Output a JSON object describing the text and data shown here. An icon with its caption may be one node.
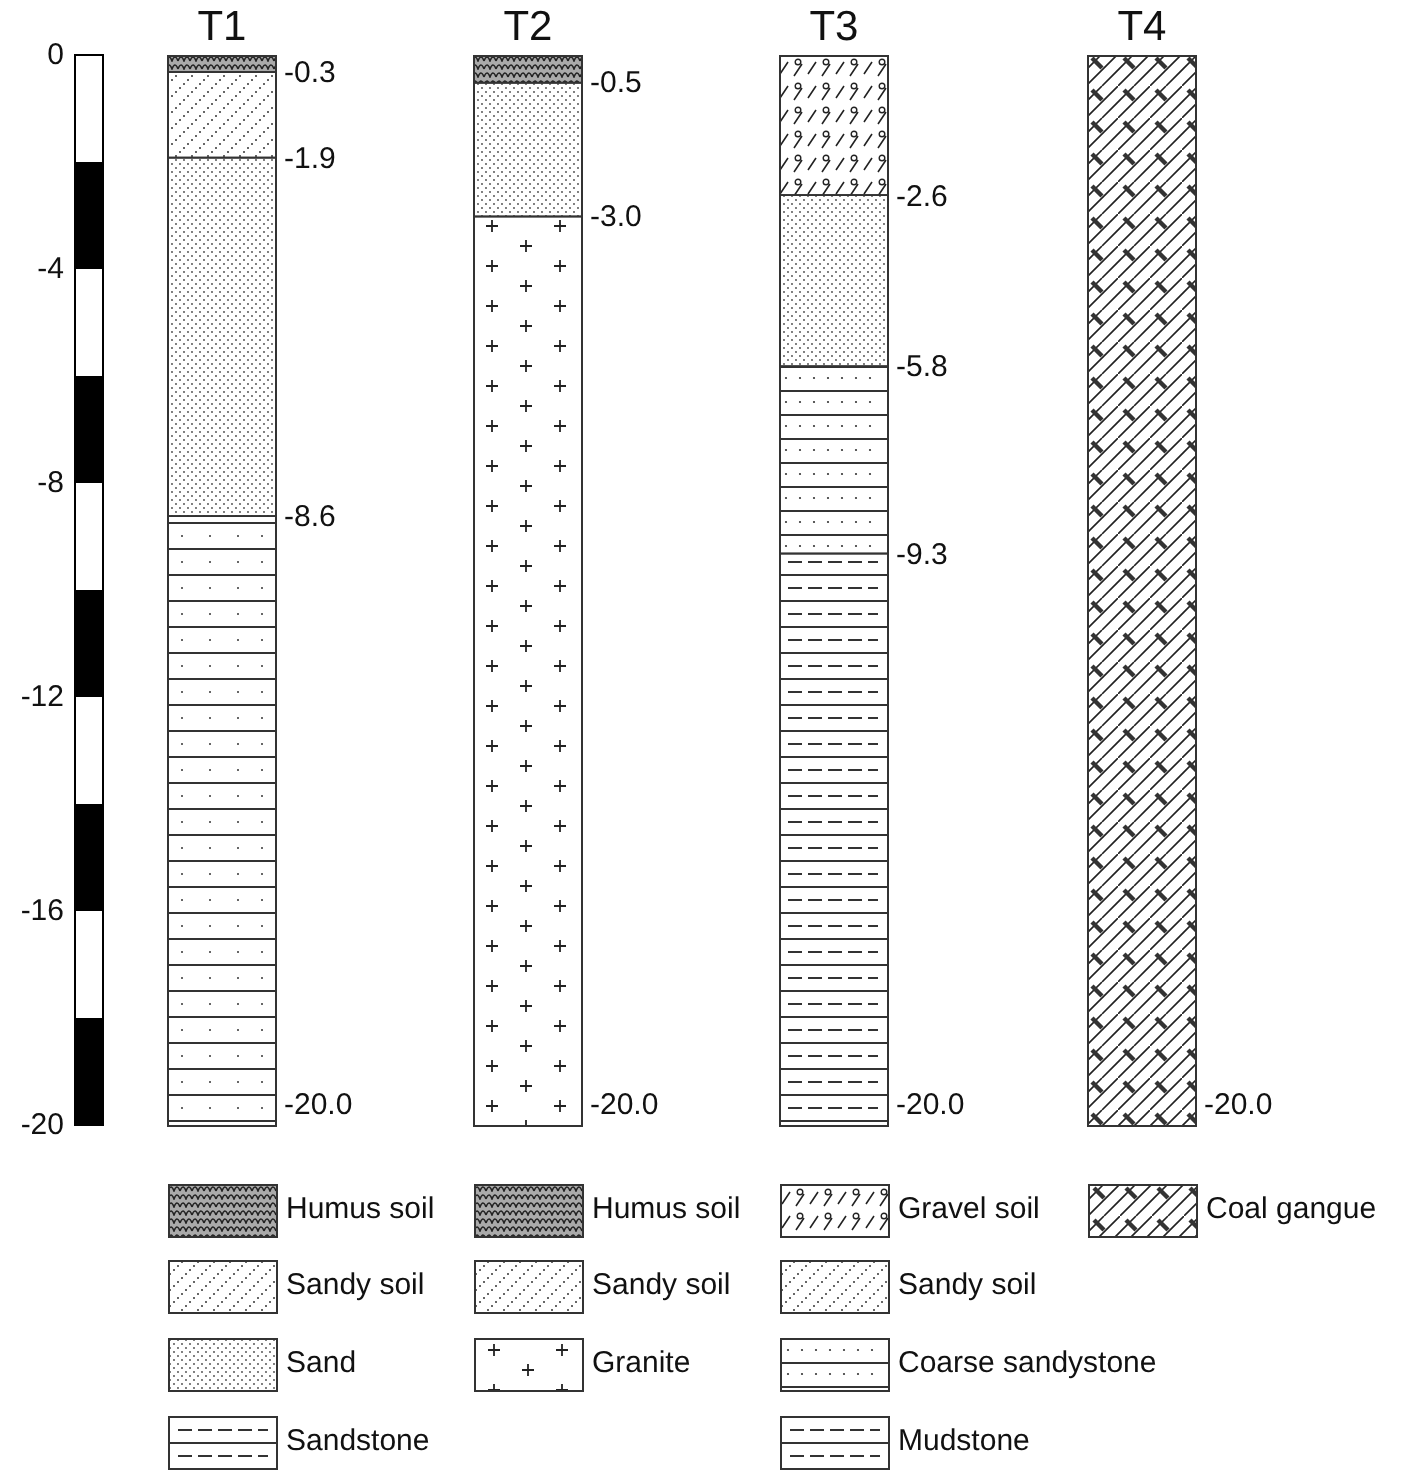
{
  "diagram": {
    "nodes": [
      {
        "text": [
          "T1"
        ],
        "beside": [
          "-0.3",
          "-1.9",
          "-8.6",
          "-20.0"
        ]
      },
      {
        "text": [
          "T2"
        ],
        "beside": [
          "-0.5",
          "-3.0",
          "-20.0"
        ]
      },
      {
        "text": [
          "T3"
        ],
        "beside": [
          "-2.6",
          "-5.8",
          "-9.3",
          "-20.0"
        ]
      },
      {
        "text": [
          "T4"
        ],
        "beside": [
          "-20.0"
        ]
      }
    ],
    "labels": [
      "0",
      "-4",
      "-8",
      "-12",
      "-16",
      "-20"
    ],
    "legend": [
      {
        "text": "Humus soil"
      },
      {
        "text": "Humus soil"
      },
      {
        "text": "Gravel soil"
      },
      {
        "text": "Coal gangue"
      },
      {
        "text": "Sandy soil"
      },
      {
        "text": "Sandy soil"
      },
      {
        "text": "Sandy soil"
      },
      {
        "text": "Sand"
      },
      {
        "text": "Granite"
      },
      {
        "text": "Coarse sandystone"
      },
      {
        "text": "Sandstone"
      },
      {
        "text": "Mudstone"
      }
    ]
  }
}
